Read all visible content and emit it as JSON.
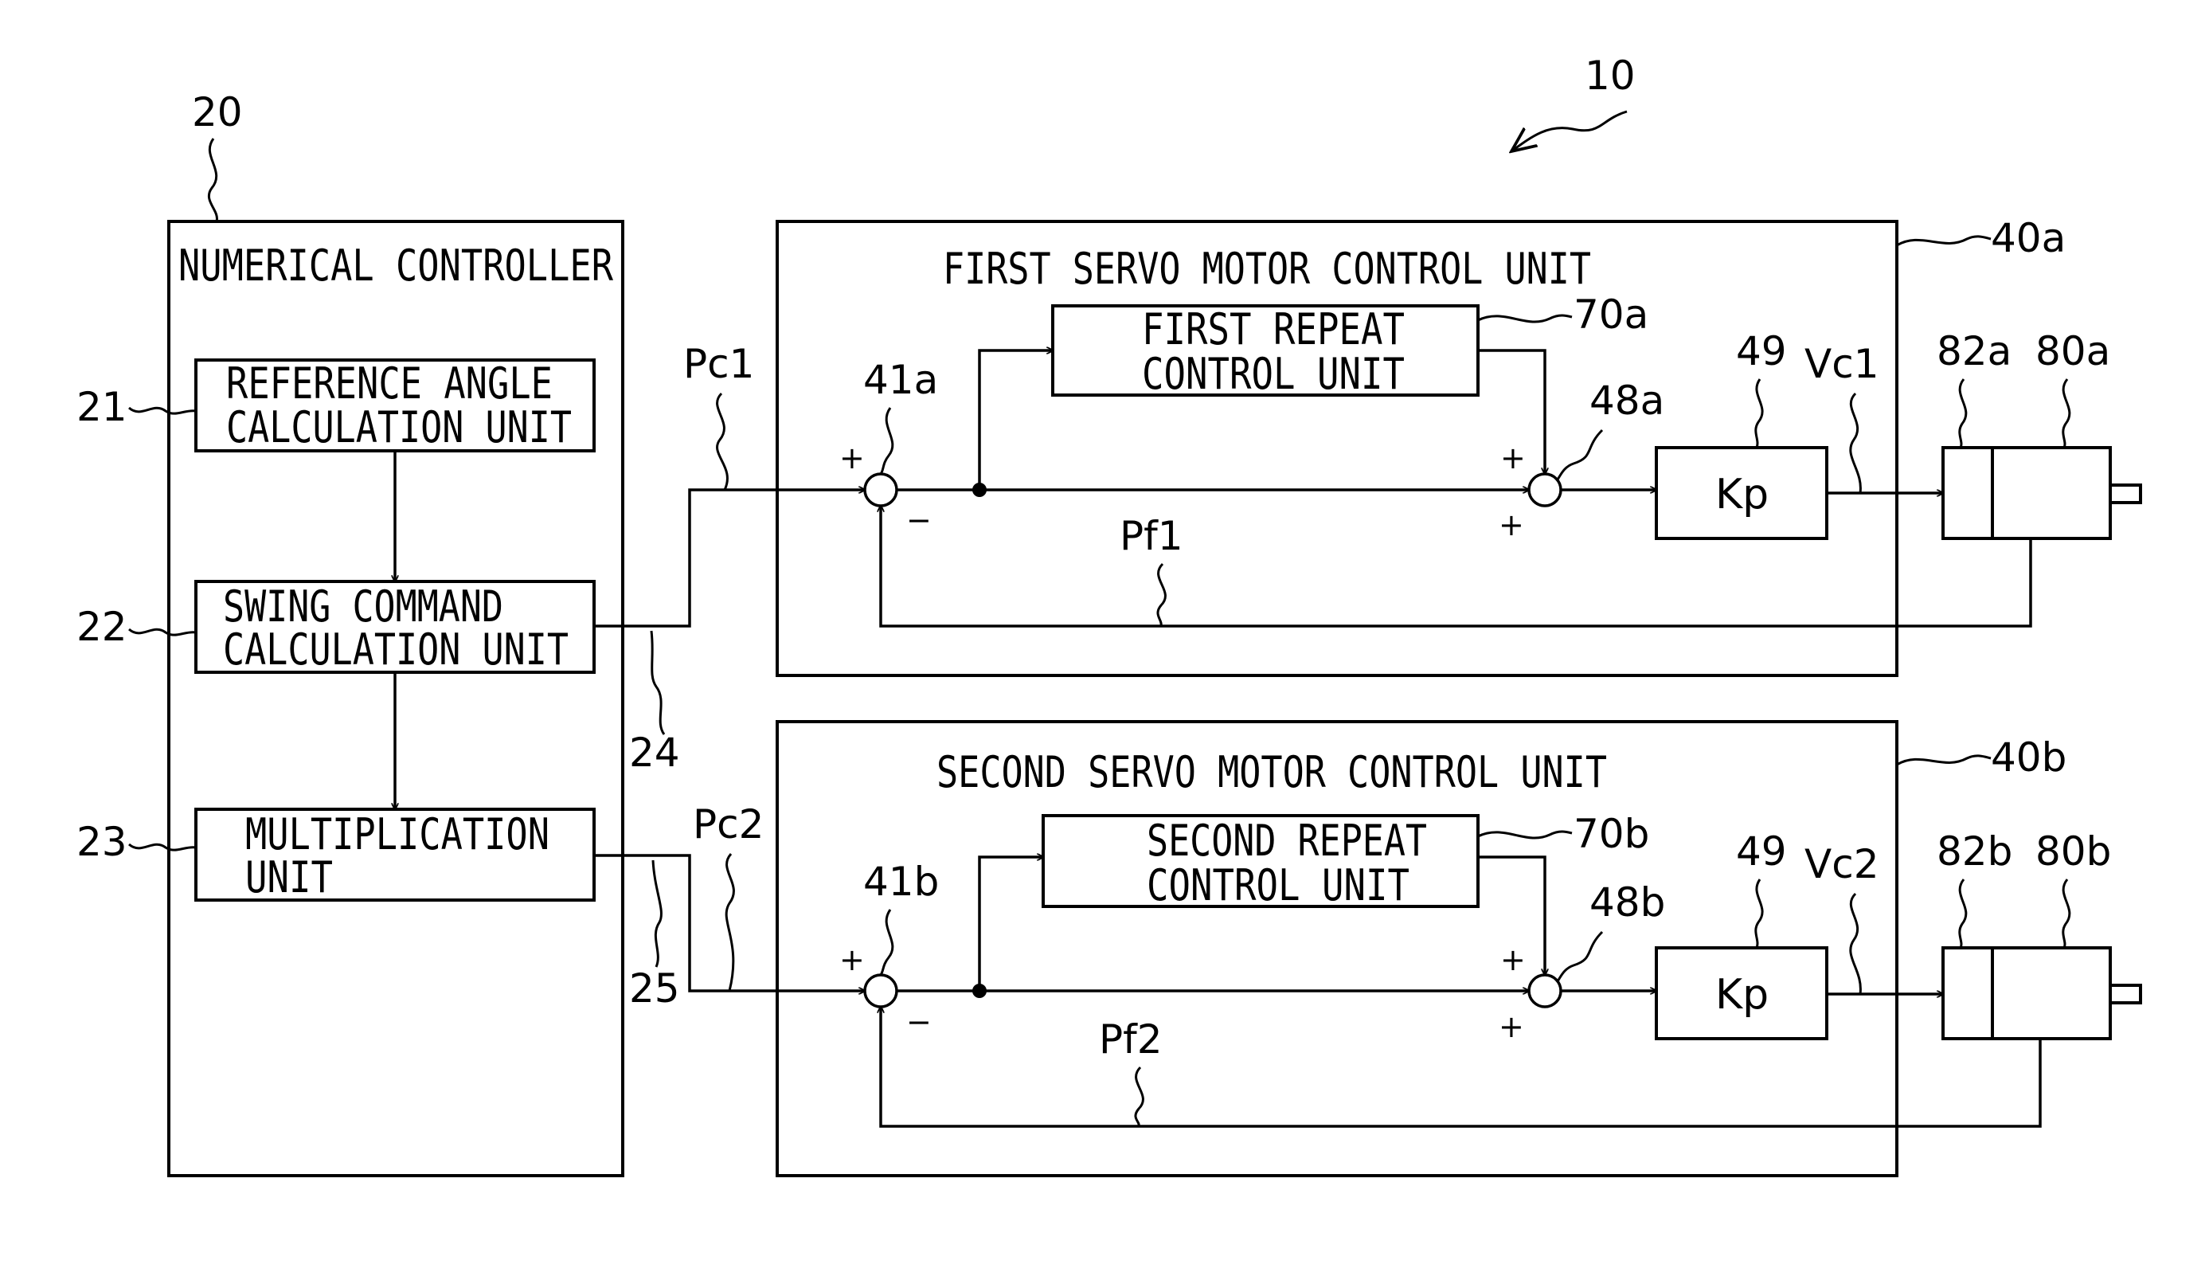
{
  "figure_ref": "10",
  "numerical_controller": {
    "ref": "20",
    "title": "NUMERICAL CONTROLLER",
    "reference_angle_unit": {
      "ref": "21",
      "line1": "REFERENCE ANGLE",
      "line2": "CALCULATION UNIT"
    },
    "swing_command_unit": {
      "ref": "22",
      "line1": "SWING COMMAND",
      "line2": "CALCULATION UNIT"
    },
    "multiplication_unit": {
      "ref": "23",
      "line1": "MULTIPLICATION",
      "line2": "UNIT"
    },
    "output1_ref": "24",
    "output2_ref": "25"
  },
  "servo_units": [
    {
      "ref": "40a",
      "title": "FIRST SERVO MOTOR CONTROL UNIT",
      "command_label": "Pc1",
      "feedback_label": "Pf1",
      "velocity_label": "Vc1",
      "subtractor_ref": "41a",
      "adder_ref": "48a",
      "repeat_unit": {
        "ref": "70a",
        "line1": "FIRST REPEAT",
        "line2": "CONTROL UNIT"
      },
      "gain": {
        "ref": "49",
        "label": "Kp"
      },
      "encoder_ref": "82a",
      "motor_ref": "80a"
    },
    {
      "ref": "40b",
      "title": "SECOND SERVO MOTOR CONTROL UNIT",
      "command_label": "Pc2",
      "feedback_label": "Pf2",
      "velocity_label": "Vc2",
      "subtractor_ref": "41b",
      "adder_ref": "48b",
      "repeat_unit": {
        "ref": "70b",
        "line1": "SECOND REPEAT",
        "line2": "CONTROL UNIT"
      },
      "gain": {
        "ref": "49",
        "label": "Kp"
      },
      "encoder_ref": "82b",
      "motor_ref": "80b"
    }
  ],
  "signs": {
    "plus": "+",
    "minus": "−"
  }
}
